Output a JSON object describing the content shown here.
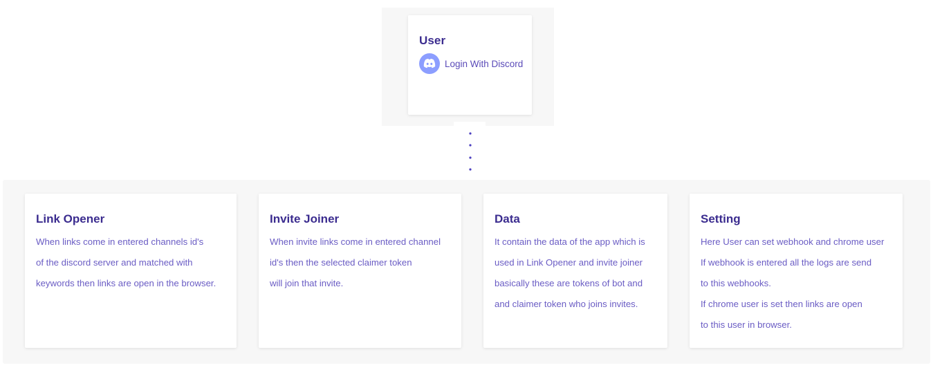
{
  "user": {
    "title": "User",
    "login_label": "Login With Discord",
    "login_icon": "discord-icon",
    "icon_bg": "#8c9eff"
  },
  "features": [
    {
      "title": "Link Opener",
      "lines": [
        "When links come in entered channels id's",
        "of the discord server and matched with",
        "keywords then links are open in the browser."
      ]
    },
    {
      "title": "Invite Joiner",
      "lines": [
        "When invite links come in entered channel",
        "id's then the selected claimer token",
        "will join that invite."
      ]
    },
    {
      "title": "Data",
      "lines": [
        "It contain the data of the app which is",
        "used in Link Opener and invite joiner",
        "basically these are tokens of bot and",
        "and claimer token who joins invites."
      ]
    },
    {
      "title": "Setting",
      "lines": [
        "Here User can set webhook and chrome user",
        "If webhook is entered all the logs are send",
        "to this webhooks.",
        "If chrome user is set then links are open",
        "to this user in browser."
      ]
    }
  ],
  "colors": {
    "title": "#3b2c8f",
    "body_text": "#6a5cc4",
    "connector": "#4b3fbf",
    "panel_bg": "#f7f7f7"
  }
}
